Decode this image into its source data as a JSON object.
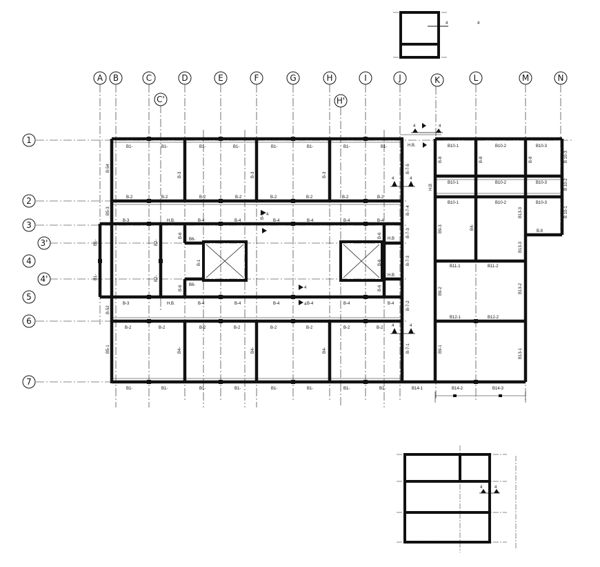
{
  "grid": {
    "columns": [
      "A",
      "B",
      "C",
      "D",
      "E",
      "F",
      "G",
      "H",
      "I",
      "J",
      "K",
      "L",
      "M",
      "N"
    ],
    "rows": [
      "1",
      "2",
      "3",
      "3'",
      "4",
      "4'",
      "5",
      "6",
      "7"
    ],
    "aux_columns": [
      "C'",
      "H'"
    ]
  },
  "beam_labels": {
    "row1_top": [
      "B1-",
      "B1-",
      "B1-",
      "B1-",
      "B1-",
      "B1-",
      "B1-",
      "B1-"
    ],
    "row2": [
      "B-2",
      "B-2",
      "B-2",
      "B-2",
      "B-2",
      "B-2",
      "B-2",
      "B-2"
    ],
    "row3": [
      "B-3",
      "H.B.",
      "B-4",
      "B-4",
      "B-4",
      "B-4",
      "B-4",
      "B-4"
    ],
    "row5": [
      "B-3",
      "H.B.",
      "B-4",
      "B-4",
      "B-4",
      "B-4",
      "B-4",
      "B-4"
    ],
    "row6": [
      "B-2",
      "B-2",
      "B-2",
      "B-2",
      "B-2",
      "B-2",
      "B-2",
      "B-2"
    ],
    "row7_bottom": [
      "B1-",
      "B1-",
      "B1-",
      "B1-",
      "B1-",
      "B1-",
      "B1-",
      "B1-",
      "B14-1",
      "B14-2",
      "B14-3"
    ],
    "right_block": [
      "B10-1",
      "B10-2",
      "B10-3",
      "B10-1",
      "B10-2",
      "B10-3",
      "B10-1",
      "B10-2",
      "B10-3",
      "B11-1",
      "B11-2",
      "B12-1",
      "B12-2"
    ],
    "verticals": [
      "B-54",
      "B5-3",
      "B-52",
      "B5-1",
      "B-3",
      "B-3",
      "B-3",
      "B4-",
      "B4-",
      "B4-",
      "B-7-5",
      "B-7-4",
      "B-7-3",
      "B-7-3",
      "B-7-2",
      "B-7-1",
      "B-8",
      "B-8",
      "B-8",
      "B9-3",
      "B9-2",
      "B9-1",
      "B13-3",
      "B13-3",
      "B13-2",
      "B13-1",
      "B 10-3",
      "B 10-2",
      "B 10-1",
      "H.B",
      "B-6",
      "B-6",
      "B-6",
      "B-6",
      "B-6",
      "B6-",
      "B6-",
      "B-1",
      "B-1",
      "B2-",
      "B2-",
      "B1-",
      "B1-"
    ],
    "misc": [
      "H.B.",
      "H.B",
      "H.B",
      "B.8",
      "B4-"
    ]
  },
  "section_marks": [
    "4",
    "4",
    "4",
    "4",
    "4",
    "4",
    "4",
    "4",
    "4",
    "4",
    "4",
    "4",
    "4"
  ]
}
